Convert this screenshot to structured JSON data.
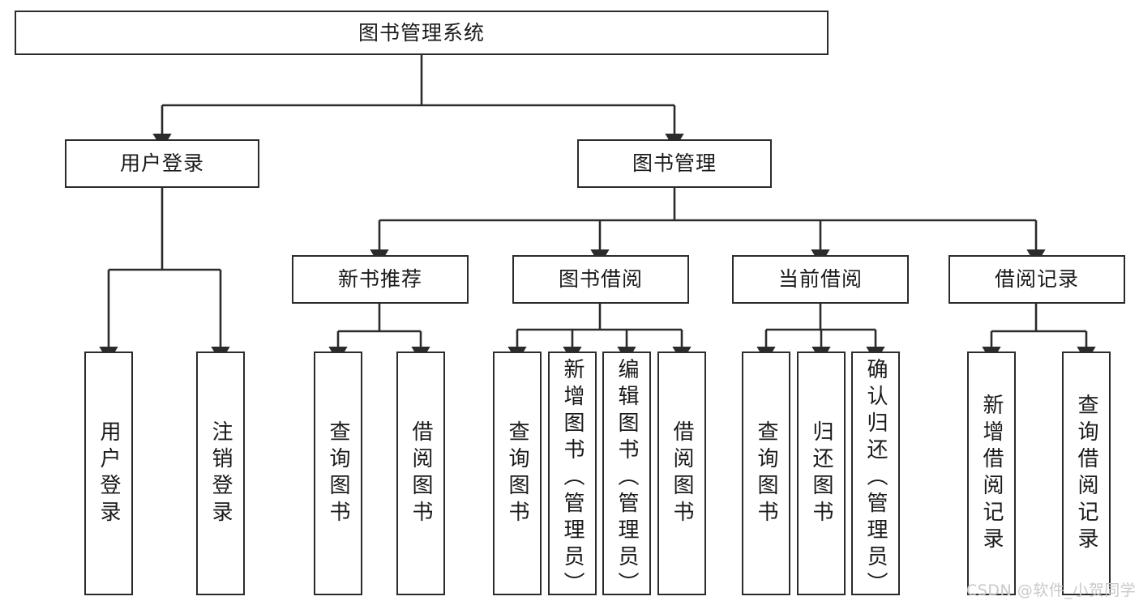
{
  "diagram": {
    "type": "tree",
    "title": "图书管理系统",
    "stroke_color": "#2b2b2b",
    "fill_color": "#ffffff",
    "text_color": "#1a1a1a",
    "watermark": "CSDN @软件_小贺同学",
    "watermark_color": "#c9c9c9"
  },
  "nodes": {
    "root": {
      "label": "图书管理系统",
      "level": 1
    },
    "level2": [
      {
        "id": "user-login",
        "label": "用户登录"
      },
      {
        "id": "book-manage",
        "label": "图书管理"
      }
    ],
    "level3": [
      {
        "id": "new-book-rec",
        "label": "新书推荐",
        "parent": "book-manage"
      },
      {
        "id": "book-borrow",
        "label": "图书借阅",
        "parent": "book-manage"
      },
      {
        "id": "current-borrow",
        "label": "当前借阅",
        "parent": "book-manage"
      },
      {
        "id": "borrow-record",
        "label": "借阅记录",
        "parent": "book-manage"
      }
    ],
    "leaves": [
      {
        "id": "leaf-user-login",
        "label": "用户登录",
        "parent": "user-login"
      },
      {
        "id": "leaf-logout",
        "label": "注销登录",
        "parent": "user-login"
      },
      {
        "id": "leaf-query-book-1",
        "label": "查询图书",
        "parent": "new-book-rec"
      },
      {
        "id": "leaf-borrow-book-1",
        "label": "借阅图书",
        "parent": "new-book-rec"
      },
      {
        "id": "leaf-query-book-2",
        "label": "查询图书",
        "parent": "book-borrow"
      },
      {
        "id": "leaf-add-book",
        "label": "新增图书（管理员）",
        "parent": "book-borrow"
      },
      {
        "id": "leaf-edit-book",
        "label": "编辑图书（管理员）",
        "parent": "book-borrow"
      },
      {
        "id": "leaf-borrow-book-2",
        "label": "借阅图书",
        "parent": "book-borrow"
      },
      {
        "id": "leaf-query-book-3",
        "label": "查询图书",
        "parent": "current-borrow"
      },
      {
        "id": "leaf-return-book",
        "label": "归还图书",
        "parent": "current-borrow"
      },
      {
        "id": "leaf-confirm-return",
        "label": "确认归还（管理员）",
        "parent": "current-borrow"
      },
      {
        "id": "leaf-add-record",
        "label": "新增借阅记录",
        "parent": "borrow-record"
      },
      {
        "id": "leaf-query-record",
        "label": "查询借阅记录",
        "parent": "borrow-record"
      }
    ]
  }
}
